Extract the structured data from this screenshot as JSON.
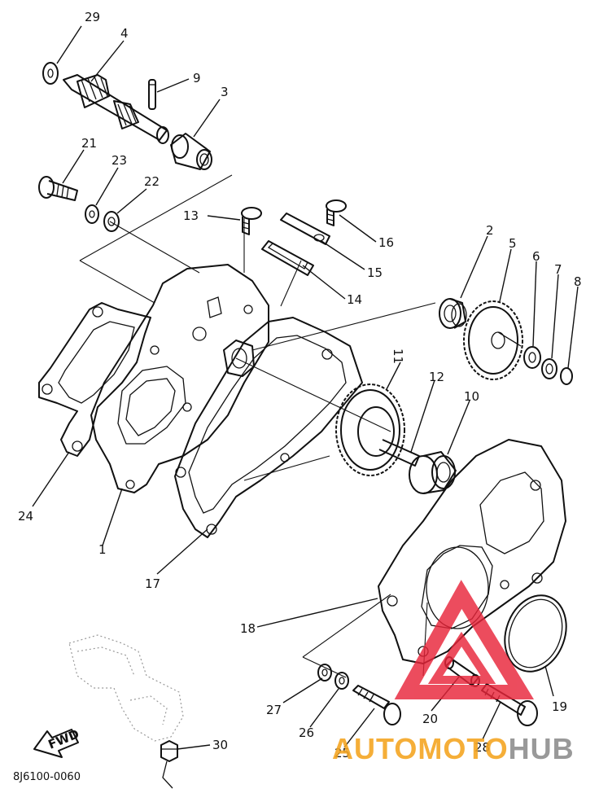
{
  "diagram": {
    "callouts": [
      {
        "id": "29",
        "label": "29"
      },
      {
        "id": "4",
        "label": "4"
      },
      {
        "id": "9",
        "label": "9"
      },
      {
        "id": "3",
        "label": "3"
      },
      {
        "id": "21",
        "label": "21"
      },
      {
        "id": "23",
        "label": "23"
      },
      {
        "id": "22",
        "label": "22"
      },
      {
        "id": "13",
        "label": "13"
      },
      {
        "id": "16",
        "label": "16"
      },
      {
        "id": "15",
        "label": "15"
      },
      {
        "id": "14",
        "label": "14"
      },
      {
        "id": "2",
        "label": "2"
      },
      {
        "id": "5",
        "label": "5"
      },
      {
        "id": "6",
        "label": "6"
      },
      {
        "id": "7",
        "label": "7"
      },
      {
        "id": "8",
        "label": "8"
      },
      {
        "id": "11",
        "label": "11"
      },
      {
        "id": "12",
        "label": "12"
      },
      {
        "id": "10",
        "label": "10"
      },
      {
        "id": "24",
        "label": "24"
      },
      {
        "id": "1",
        "label": "1"
      },
      {
        "id": "17",
        "label": "17"
      },
      {
        "id": "18",
        "label": "18"
      },
      {
        "id": "19",
        "label": "19"
      },
      {
        "id": "27",
        "label": "27"
      },
      {
        "id": "26",
        "label": "26"
      },
      {
        "id": "20",
        "label": "20"
      },
      {
        "id": "25",
        "label": "25"
      },
      {
        "id": "28",
        "label": "28"
      },
      {
        "id": "30",
        "label": "30"
      }
    ],
    "fwd_label": "FWD",
    "drawing_code": "8J6100-0060"
  },
  "watermark": {
    "text_part1": "AUTOMOTO",
    "text_part2": "HUB",
    "color_orange": "#f5a623",
    "color_gray": "#8e8e8e",
    "color_red": "#e8253a"
  }
}
